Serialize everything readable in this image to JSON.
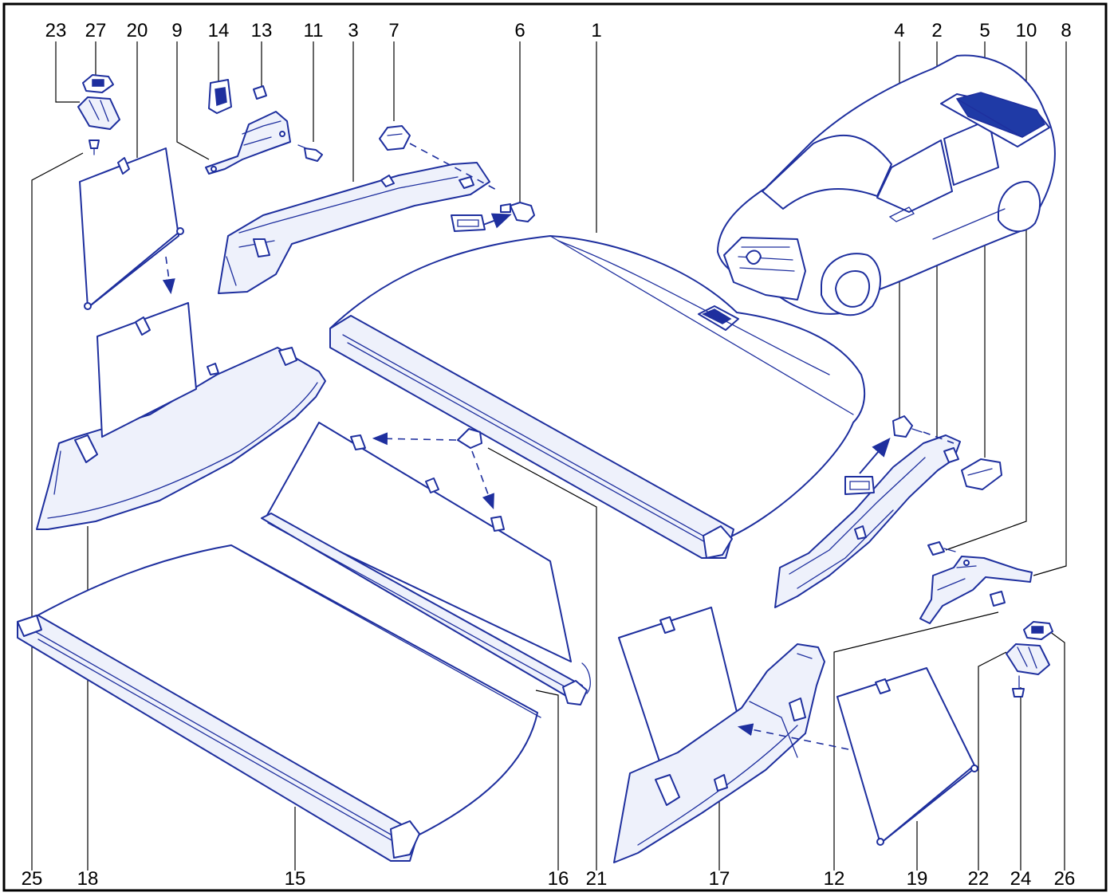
{
  "colors": {
    "line": "#1e2f9e",
    "fill": "#eef1fb",
    "frame": "#000000",
    "window_highlight": "#1f3aa6"
  },
  "callouts": {
    "top": [
      "23",
      "27",
      "20",
      "9",
      "14",
      "13",
      "11",
      "3",
      "7",
      "6",
      "1",
      "4",
      "2",
      "5",
      "10",
      "8"
    ],
    "bottom": [
      "25",
      "18",
      "15",
      "16",
      "21",
      "17",
      "12",
      "19",
      "22",
      "24",
      "26"
    ]
  }
}
